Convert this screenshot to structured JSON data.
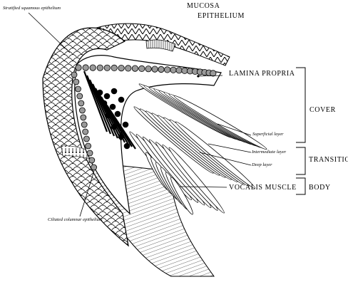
{
  "diagram": {
    "labels": {
      "stratified": "Stratified squamous epithelium",
      "mucosa": "MUCOSA",
      "epithelium": "EPITHELIUM",
      "lamina_propria": "LAMINA PROPRIA",
      "superficial": "Superficial layer",
      "intermediate": "Intermediate layer",
      "deep": "Deep layer",
      "vocalis": "VOCALIS MUSCLE",
      "ciliated": "Ciliated columnar epithelium",
      "cover": "COVER",
      "transition": "TRANSITION",
      "body": "BODY"
    },
    "colors": {
      "ink": "#000000",
      "paper": "#ffffff",
      "gland": "#9a9a9a"
    }
  }
}
